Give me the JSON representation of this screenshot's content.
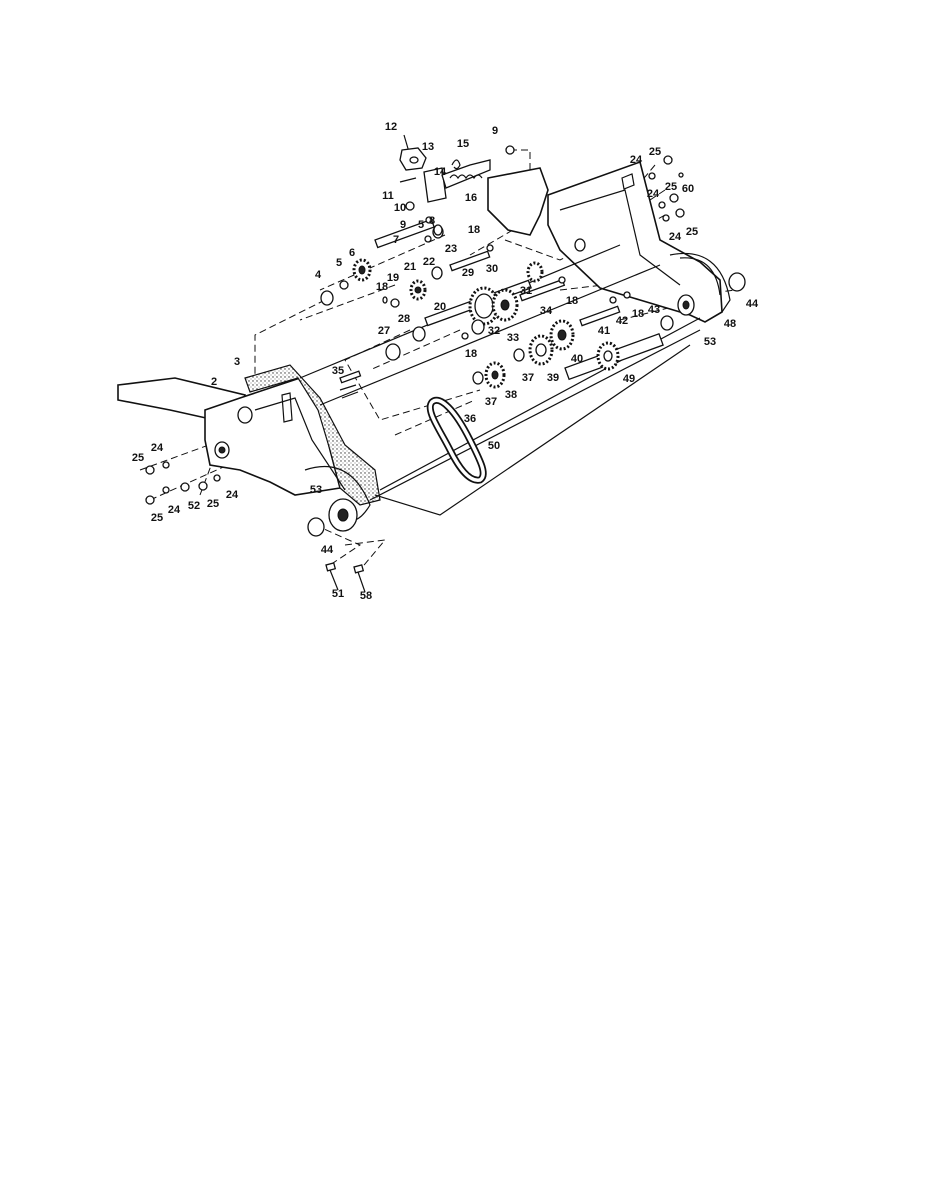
{
  "diagram": {
    "labels": [
      {
        "id": "l12a",
        "text": "12"
      },
      {
        "id": "l13",
        "text": "13"
      },
      {
        "id": "l9a",
        "text": "9"
      },
      {
        "id": "l15",
        "text": "15"
      },
      {
        "id": "l14",
        "text": "14"
      },
      {
        "id": "l11",
        "text": "11"
      },
      {
        "id": "l10",
        "text": "10"
      },
      {
        "id": "l16",
        "text": "16"
      },
      {
        "id": "l9b",
        "text": "9"
      },
      {
        "id": "l8",
        "text": "8"
      },
      {
        "id": "l5a",
        "text": "5"
      },
      {
        "id": "l7",
        "text": "7"
      },
      {
        "id": "l18a",
        "text": "18"
      },
      {
        "id": "l23",
        "text": "23"
      },
      {
        "id": "l6",
        "text": "6"
      },
      {
        "id": "l4",
        "text": "4"
      },
      {
        "id": "l5b",
        "text": "5"
      },
      {
        "id": "l21",
        "text": "21"
      },
      {
        "id": "l22",
        "text": "22"
      },
      {
        "id": "l19",
        "text": "19"
      },
      {
        "id": "l29",
        "text": "29"
      },
      {
        "id": "l30",
        "text": "30"
      },
      {
        "id": "l31",
        "text": "31"
      },
      {
        "id": "l18b",
        "text": "18"
      },
      {
        "id": "l20",
        "text": "20"
      },
      {
        "id": "l34",
        "text": "34"
      },
      {
        "id": "l18c",
        "text": "18"
      },
      {
        "id": "l28",
        "text": "28"
      },
      {
        "id": "l27",
        "text": "27"
      },
      {
        "id": "l32",
        "text": "32"
      },
      {
        "id": "l33",
        "text": "33"
      },
      {
        "id": "l18d",
        "text": "18"
      },
      {
        "id": "l41",
        "text": "41"
      },
      {
        "id": "l42",
        "text": "42"
      },
      {
        "id": "l18e",
        "text": "18"
      },
      {
        "id": "l43",
        "text": "43"
      },
      {
        "id": "l40",
        "text": "40"
      },
      {
        "id": "l3",
        "text": "3"
      },
      {
        "id": "l35",
        "text": "35"
      },
      {
        "id": "l37a",
        "text": "37"
      },
      {
        "id": "l39",
        "text": "39"
      },
      {
        "id": "l49",
        "text": "49"
      },
      {
        "id": "l2",
        "text": "2"
      },
      {
        "id": "l38",
        "text": "38"
      },
      {
        "id": "l37b",
        "text": "37"
      },
      {
        "id": "l36",
        "text": "36"
      },
      {
        "id": "l50",
        "text": "50"
      },
      {
        "id": "l24a",
        "text": "24"
      },
      {
        "id": "l25a",
        "text": "25"
      },
      {
        "id": "l53a",
        "text": "53"
      },
      {
        "id": "l25b",
        "text": "25"
      },
      {
        "id": "l24b",
        "text": "24"
      },
      {
        "id": "l52",
        "text": "52"
      },
      {
        "id": "l25c",
        "text": "25"
      },
      {
        "id": "l24c",
        "text": "24"
      },
      {
        "id": "l44a",
        "text": "44"
      },
      {
        "id": "l51",
        "text": "51"
      },
      {
        "id": "l58",
        "text": "58"
      },
      {
        "id": "l25d",
        "text": "25"
      },
      {
        "id": "l24d",
        "text": "24"
      },
      {
        "id": "l24e",
        "text": "24"
      },
      {
        "id": "l25e",
        "text": "25"
      },
      {
        "id": "l60",
        "text": "60"
      },
      {
        "id": "l24f",
        "text": "24"
      },
      {
        "id": "l25f",
        "text": "25"
      },
      {
        "id": "l44b",
        "text": "44"
      },
      {
        "id": "l48",
        "text": "48"
      },
      {
        "id": "l53b",
        "text": "53"
      }
    ]
  }
}
